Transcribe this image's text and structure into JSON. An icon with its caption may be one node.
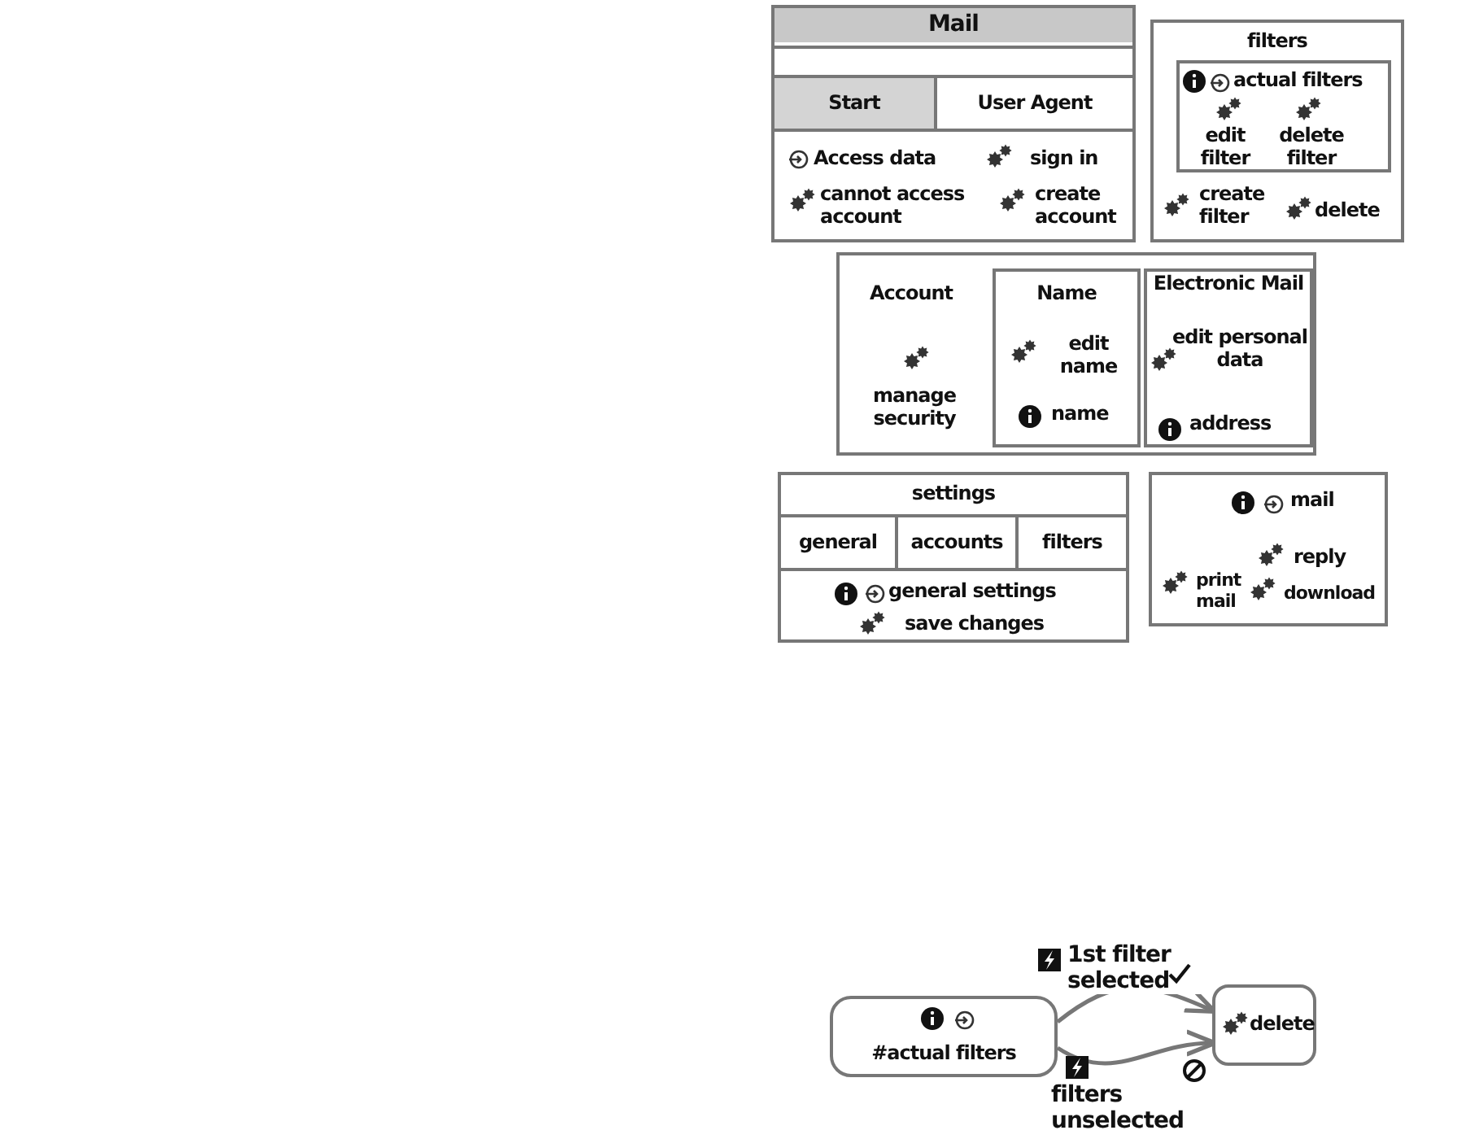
{
  "diagram": {
    "nodes": [
      {
        "text": [
          "Mail",
          "Access data",
          "sign in",
          "cannot access account",
          "create account"
        ]
      },
      {
        "text": [],
        "shape": "box",
        "in": 0
      },
      {
        "text": [
          "Start"
        ],
        "in": 0
      },
      {
        "text": [
          "User Agent"
        ],
        "in": 0
      },
      {
        "text": [
          "filters",
          "create filter",
          "delete"
        ]
      },
      {
        "text": [
          "actual filters",
          "edit filter",
          "delete filter"
        ],
        "in": 4
      },
      {
        "text": [
          "Account",
          "manage security"
        ]
      },
      {
        "text": [
          "Name",
          "edit name",
          "name"
        ],
        "in": 6
      },
      {
        "text": [
          "Electronic Mail",
          "edit personal data",
          "address"
        ],
        "in": 6
      },
      {
        "text": [
          "settings",
          "general settings",
          "save changes"
        ]
      },
      {
        "text": [
          "general"
        ],
        "in": 9
      },
      {
        "text": [
          "accounts"
        ],
        "in": 9
      },
      {
        "text": [
          "filters"
        ],
        "in": 9
      },
      {
        "text": [
          "mail",
          "reply",
          "print mail",
          "download"
        ]
      },
      {
        "text": [
          "#actual filters"
        ]
      },
      {
        "text": [
          "delete"
        ]
      }
    ],
    "edges": [
      {
        "from": 14,
        "to": 15,
        "arrow": "to",
        "label": "1st filter selected"
      },
      {
        "from": 14,
        "to": 15,
        "arrow": "to",
        "label": "filters unselected"
      }
    ]
  }
}
